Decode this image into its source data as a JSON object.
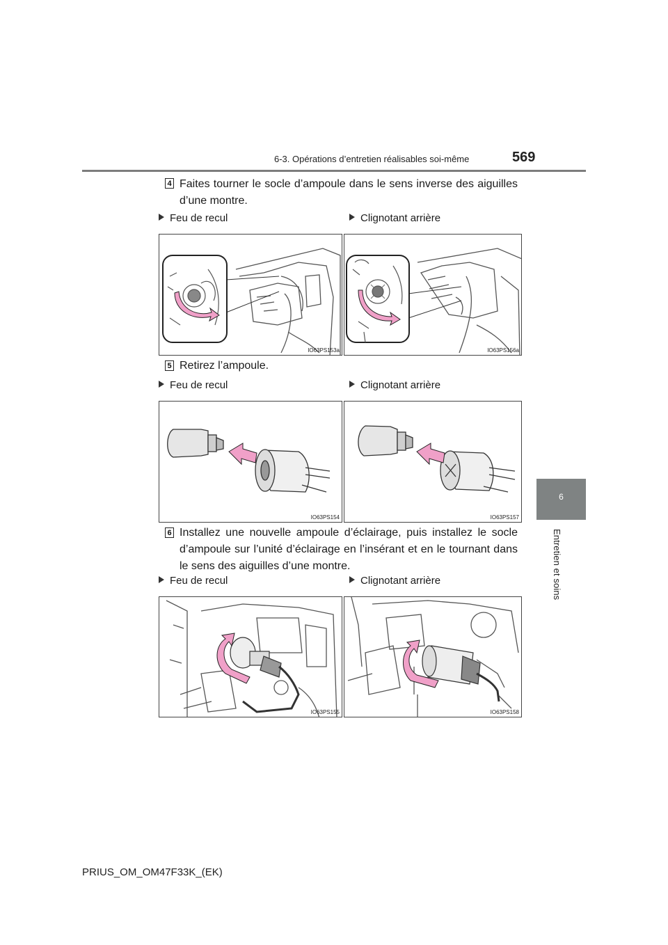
{
  "header": {
    "section": "6-3. Opérations d’entretien réalisables soi-même",
    "page_number": "569"
  },
  "side_tab": {
    "chapter_number": "6",
    "chapter_title": "Entretien et soins"
  },
  "steps": [
    {
      "number": "4",
      "text": "Faites tourner le socle d’ampoule dans le sens inverse des aiguilles d’une montre."
    },
    {
      "number": "5",
      "text": "Retirez l’ampoule."
    },
    {
      "number": "6",
      "text": "Installez une nouvelle ampoule d’éclairage, puis installez le socle d’ampoule sur l’unité d’éclairage en l’insérant et en le tournant dans le sens des aiguilles d’une montre."
    }
  ],
  "figure_labels": {
    "left": "Feu de recul",
    "right": "Clignotant arrière"
  },
  "figure_codes": {
    "row1_left": "IO63PS153a",
    "row1_right": "IO63PS156a",
    "row2_left": "IO63PS154",
    "row2_right": "IO63PS157",
    "row3_left": "IO63PS155",
    "row3_right": "IO63PS158"
  },
  "footer": "PRIUS_OM_OM47F33K_(EK)",
  "colors": {
    "rule": "#7d7d7d",
    "tab": "#7f8383",
    "arrow": "#f0a0c8"
  }
}
